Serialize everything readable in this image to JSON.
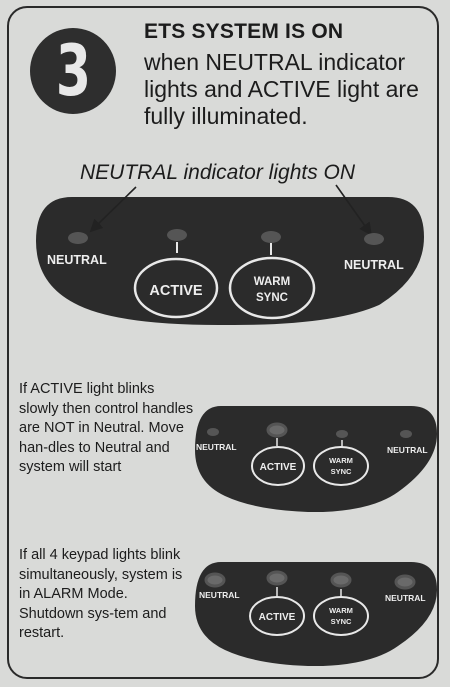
{
  "step_number": "3",
  "title": "ETS SYSTEM IS ON",
  "description": "when NEUTRAL indicator lights and ACTIVE light are fully  illuminated.",
  "caption": "NEUTRAL indicator lights ON",
  "keypad_labels": {
    "neutral": "NEUTRAL",
    "active": "ACTIVE",
    "warm": "WARM",
    "sync": "SYNC"
  },
  "notes": [
    "If ACTIVE light blinks slowly then control handles are NOT in Neutral. Move han-dles to Neutral and system will start",
    "If all 4 keypad lights blink simultaneously, system is in ALARM Mode. Shutdown sys-tem and restart."
  ],
  "colors": {
    "background": "#d9dad8",
    "keypad": "#2b2b2b",
    "light_off": "#555555"
  }
}
